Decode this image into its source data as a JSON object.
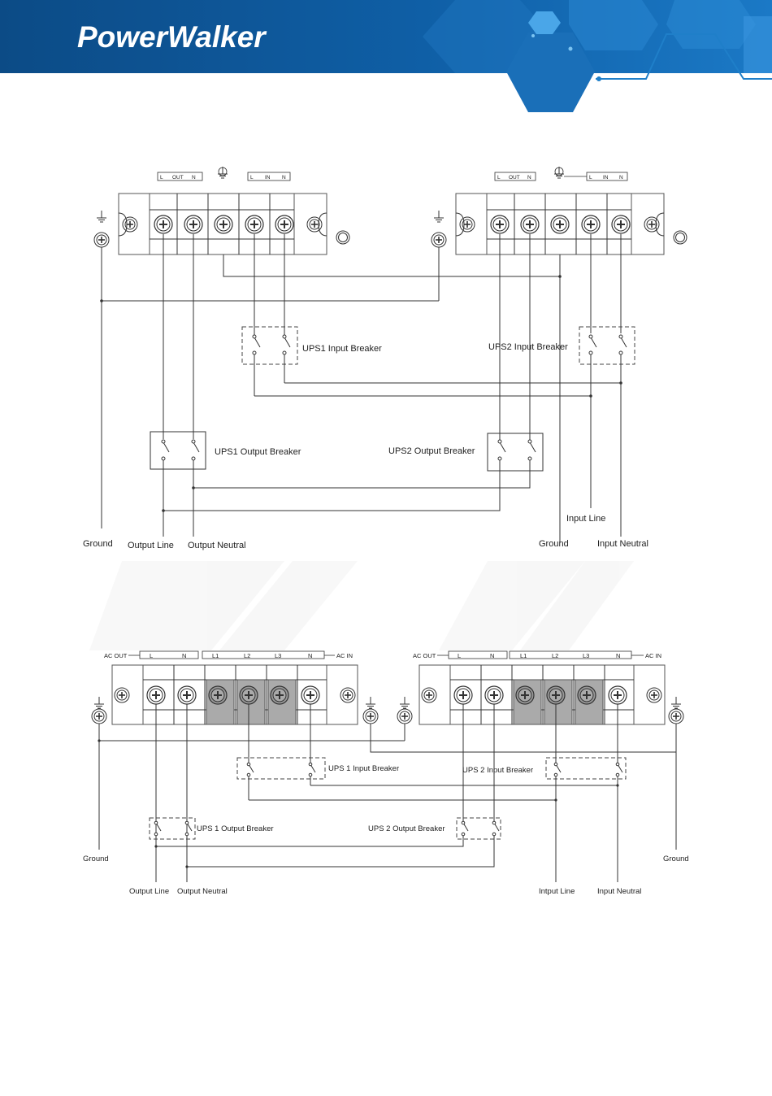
{
  "brand": {
    "logo_text": "PowerWalker",
    "header_color": "#0b4f8a",
    "accent_color": "#1f7fc9"
  },
  "diagram1": {
    "ups1": {
      "out_group": [
        "L",
        "OUT",
        "N"
      ],
      "in_group": [
        "L",
        "IN",
        "N"
      ]
    },
    "ups2": {
      "out_group": [
        "L",
        "OUT",
        "N"
      ],
      "in_group": [
        "L",
        "IN",
        "N"
      ]
    },
    "labels": {
      "ups1_input_breaker": "UPS1 Input Breaker",
      "ups2_input_breaker": "UPS2 Input Breaker",
      "ups1_output_breaker": "UPS1 Output Breaker",
      "ups2_output_breaker": "UPS2 Output Breaker",
      "ground_left": "Ground",
      "output_line": "Output Line",
      "output_neutral": "Output Neutral",
      "input_line": "Input Line",
      "ground_right": "Ground",
      "input_neutral": "Input Neutral"
    }
  },
  "diagram2": {
    "ac_out": "AC OUT",
    "ac_in": "AC IN",
    "out_terms": [
      "L",
      "N"
    ],
    "in_terms": [
      "L1",
      "L2",
      "L3",
      "N"
    ],
    "labels": {
      "ups1_input_breaker": "UPS 1 Input Breaker",
      "ups2_input_breaker": "UPS 2 Input Breaker",
      "ups1_output_breaker": "UPS 1 Output Breaker",
      "ups2_output_breaker": "UPS 2 Output Breaker",
      "ground_left": "Ground",
      "ground_right": "Ground",
      "output_line": "Output Line",
      "output_neutral": "Output Neutral",
      "input_line": "Intput Line",
      "input_neutral": "Input Neutral"
    }
  }
}
